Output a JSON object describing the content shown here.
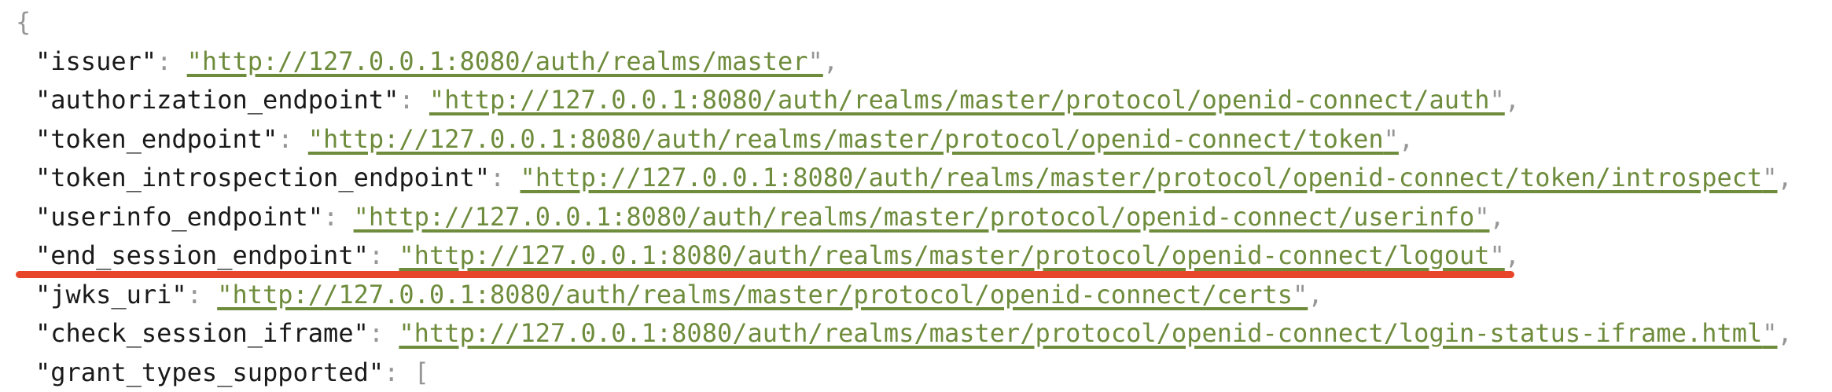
{
  "document": {
    "open_brace": "{",
    "quote": "\"",
    "colon_separator": ": ",
    "entries": [
      {
        "key": "issuer",
        "url": "http://127.0.0.1:8080/auth/realms/master",
        "comma": ","
      },
      {
        "key": "authorization_endpoint",
        "url": "http://127.0.0.1:8080/auth/realms/master/protocol/openid-connect/auth",
        "comma": ","
      },
      {
        "key": "token_endpoint",
        "url": "http://127.0.0.1:8080/auth/realms/master/protocol/openid-connect/token",
        "comma": ","
      },
      {
        "key": "token_introspection_endpoint",
        "url": "http://127.0.0.1:8080/auth/realms/master/protocol/openid-connect/token/introspect",
        "comma": ","
      },
      {
        "key": "userinfo_endpoint",
        "url": "http://127.0.0.1:8080/auth/realms/master/protocol/openid-connect/userinfo",
        "comma": ","
      },
      {
        "key": "end_session_endpoint",
        "url": "http://127.0.0.1:8080/auth/realms/master/protocol/openid-connect/logout",
        "comma": ",",
        "annotated": true
      },
      {
        "key": "jwks_uri",
        "url": "http://127.0.0.1:8080/auth/realms/master/protocol/openid-connect/certs",
        "comma": ","
      },
      {
        "key": "check_session_iframe",
        "url": "http://127.0.0.1:8080/auth/realms/master/protocol/openid-connect/login-status-iframe.html",
        "comma": ","
      },
      {
        "key": "grant_types_supported",
        "open_bracket": "[",
        "comma": ""
      }
    ]
  },
  "annotation": {
    "type": "red-underline",
    "target_key": "end_session_endpoint",
    "color": "#e8462b"
  },
  "colors": {
    "background": "#ffffff",
    "key_text": "#1a1a1a",
    "punctuation": "#969696",
    "link_green": "#6e8c3c",
    "annotation_red": "#e8462b"
  }
}
